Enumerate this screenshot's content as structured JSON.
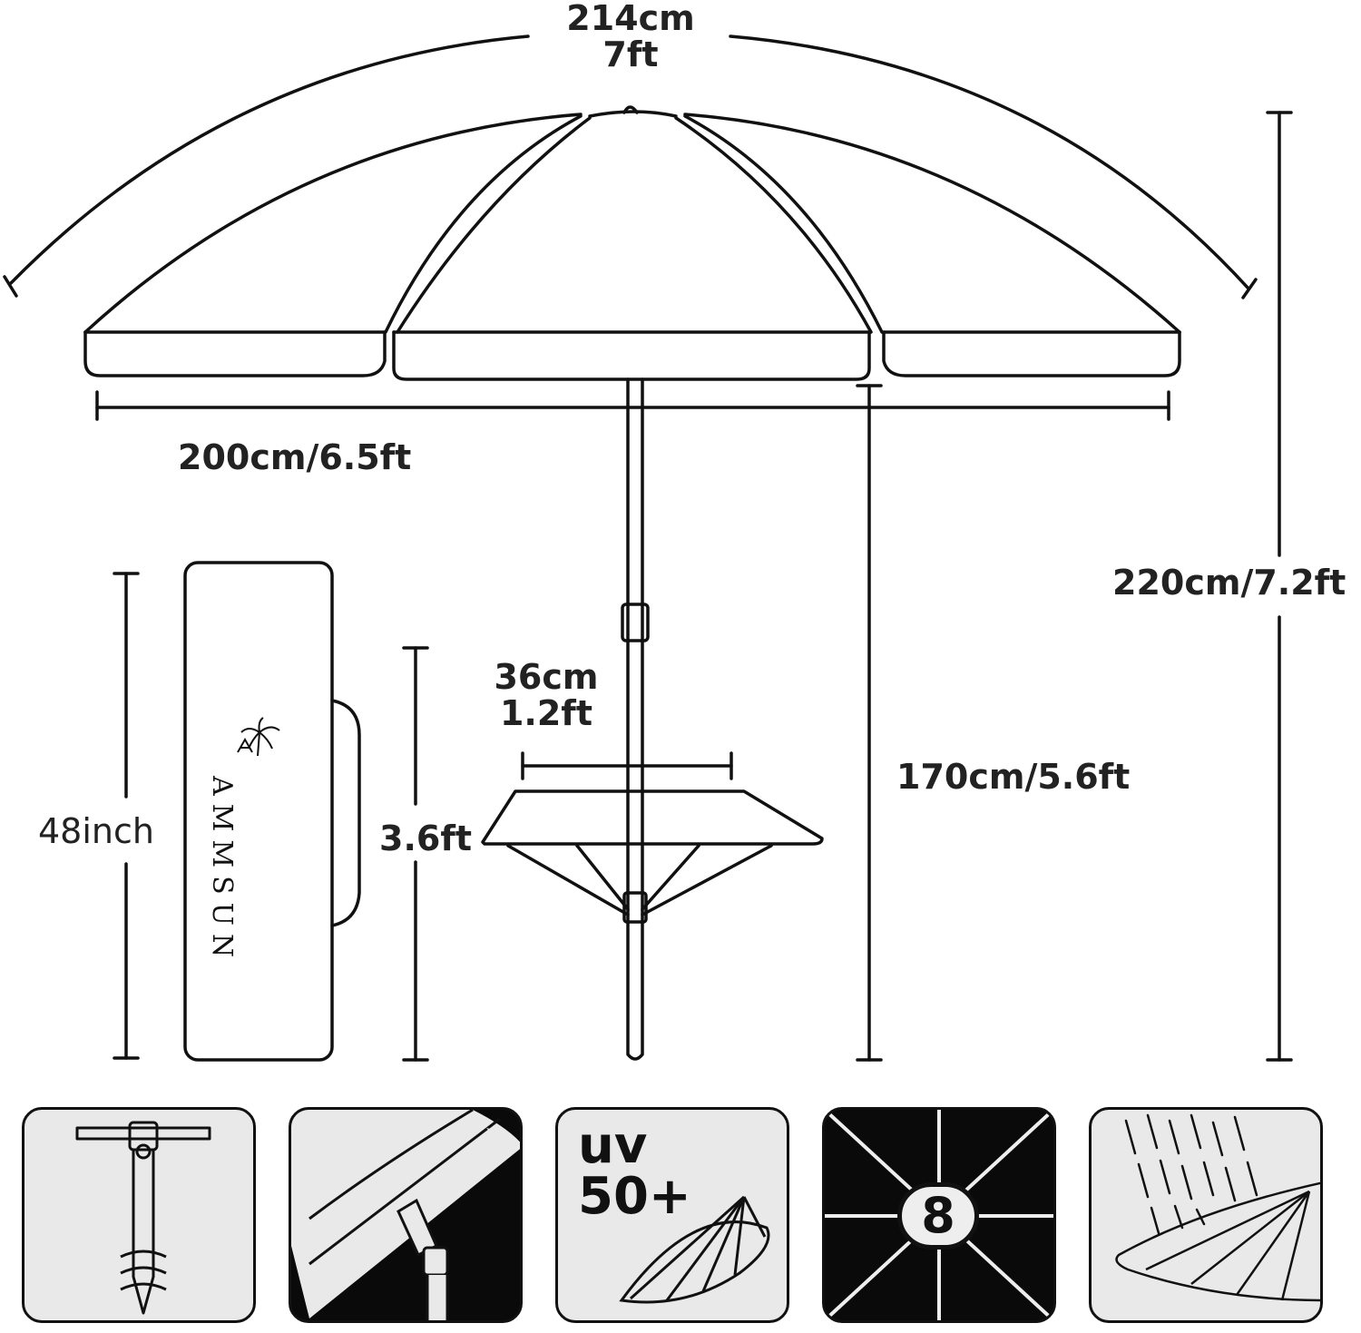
{
  "dimensions": {
    "canopy_arc": {
      "line1": "214cm",
      "line2": "7ft"
    },
    "canopy_width": "200cm/6.5ft",
    "total_height": "220cm/7.2ft",
    "clearance_height": "170cm/5.6ft",
    "bag_length": "48inch",
    "folded_height": "3.6ft",
    "table_width": {
      "line1": "36cm",
      "line2": "1.2ft"
    }
  },
  "bag": {
    "brand": "AMMSUN",
    "logo_icon": "palm-tree-logo-icon"
  },
  "features": [
    {
      "name": "sand-anchor",
      "icon": "sand-anchor-icon"
    },
    {
      "name": "tilt",
      "icon": "tilt-joint-icon"
    },
    {
      "name": "uv",
      "line1": "uv",
      "line2": "50+",
      "icon": "uv-canopy-icon"
    },
    {
      "name": "ribs",
      "value": "8",
      "icon": "eight-ribs-icon"
    },
    {
      "name": "waterproof",
      "icon": "rain-canopy-icon"
    }
  ],
  "colors": {
    "line": "#111111",
    "tile_bg": "#e9e9e9",
    "tile_dark": "#0a0a0a"
  }
}
